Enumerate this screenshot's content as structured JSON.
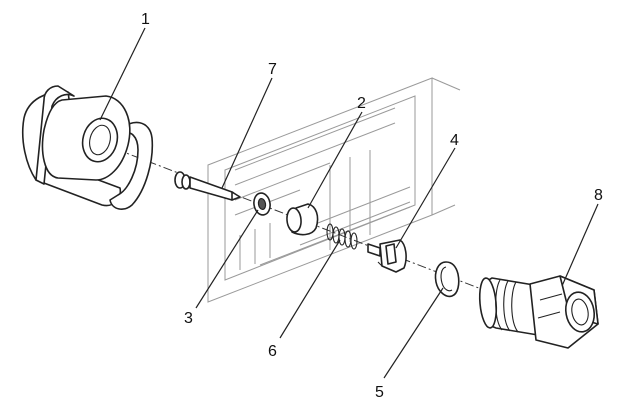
{
  "diagram": {
    "callouts": [
      {
        "id": "1",
        "label": "1"
      },
      {
        "id": "2",
        "label": "2"
      },
      {
        "id": "3",
        "label": "3"
      },
      {
        "id": "4",
        "label": "4"
      },
      {
        "id": "5",
        "label": "5"
      },
      {
        "id": "6",
        "label": "6"
      },
      {
        "id": "7",
        "label": "7"
      },
      {
        "id": "8",
        "label": "8"
      }
    ],
    "colors": {
      "line": "#222222",
      "background_logo": "#9a9a9a"
    }
  }
}
